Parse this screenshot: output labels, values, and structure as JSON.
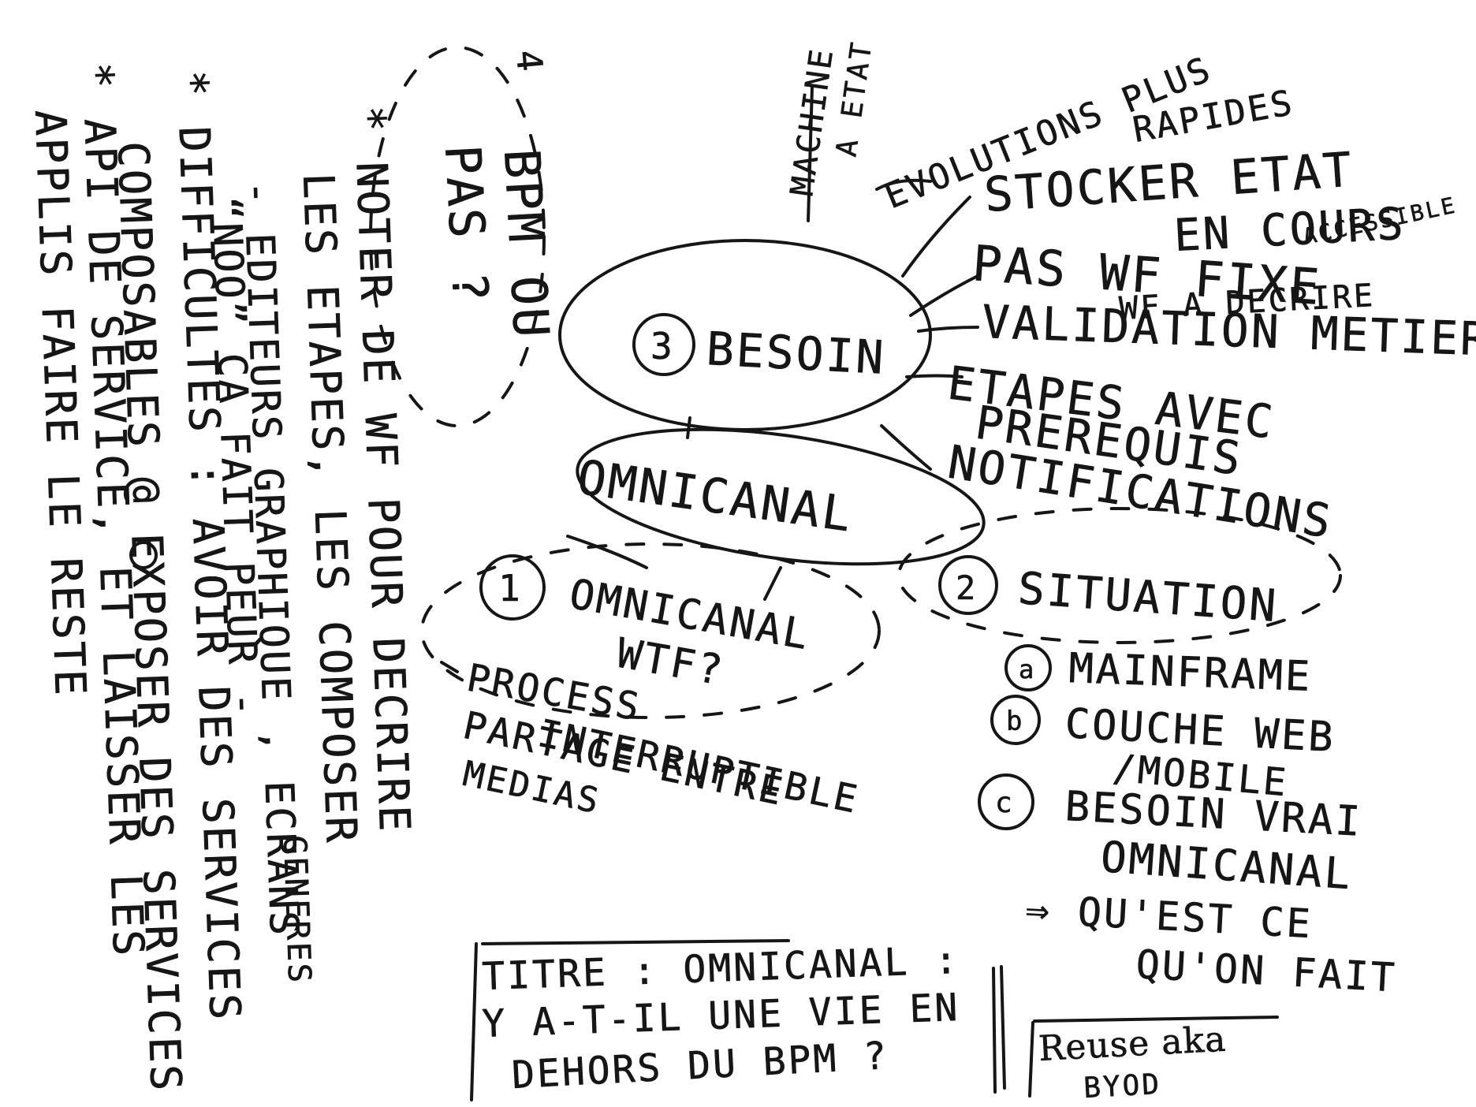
{
  "center": {
    "number": "3",
    "label": "BESOIN",
    "sub_label": "OMNICANAL"
  },
  "top_branch": {
    "machine_1": "MACHINE",
    "machine_2": "A ETAT",
    "evolutions_1": "EVOLUTIONS PLUS",
    "evolutions_2": "RAPIDES",
    "stocker_1": "STOCKER ETAT",
    "stocker_2": "EN COURS",
    "stocker_3": "ACCESSIBLE",
    "pas_wf": "PAS WF FIXE",
    "wf_decrire": "WF A DECRIRE",
    "validation": "VALIDATION METIER",
    "etapes_1": "ETAPES AVEC",
    "etapes_2": "PREREQUIS",
    "notifications": "NOTIFICATIONS"
  },
  "left_branch": {
    "bpm_question_1": "BPM OU",
    "bpm_question_2": "PAS ?",
    "bpm_number": "4",
    "noter_1": "* NOTER DE WF POUR DECRIRE",
    "noter_2": "LES ETAPES, LES COMPOSER",
    "noter_3": "- EDITEURS GRAPHIQUE , ECRANS",
    "noter_4": "GENERES",
    "difficultes_1": "* DIFFICULTES : AVOIR DES SERVICES",
    "difficultes_2": "“NOO” CA FAIT PEUR -",
    "difficultes_3": "COMPOSABLES @ EXPOSER DES SERVICES",
    "api_1": "* API DE SERVICE, ET LAISSER LES",
    "api_2": "APPLIS FAIRE LE RESTE"
  },
  "omnicanal_branch": {
    "number": "1",
    "label_1": "OMNICANAL",
    "label_2": "WTF?",
    "process_1": "PROCESS",
    "process_2": "INTERRUPTIBLE",
    "partage_1": "PARTAGE ENTRE",
    "partage_2": "MEDIAS"
  },
  "situation_branch": {
    "number": "2",
    "label": "SITUATION",
    "item_a_marker": "a",
    "item_a": "MAINFRAME",
    "item_b_marker": "b",
    "item_b_1": "COUCHE WEB",
    "item_b_2": "/MOBILE",
    "item_c_marker": "c",
    "item_c_1": "BESOIN VRAI",
    "item_c_2": "OMNICANAL",
    "conclusion_1": "⇒ QU'EST CE",
    "conclusion_2": "QU'ON FAIT"
  },
  "title_box": {
    "line_1": "TITRE : OMNICANAL :",
    "line_2": "Y A-T-IL UNE VIE EN",
    "line_3": "DEHORS DU BPM ?"
  },
  "note_box": {
    "line_1": "Reuse aka",
    "line_2": "BYOD"
  }
}
